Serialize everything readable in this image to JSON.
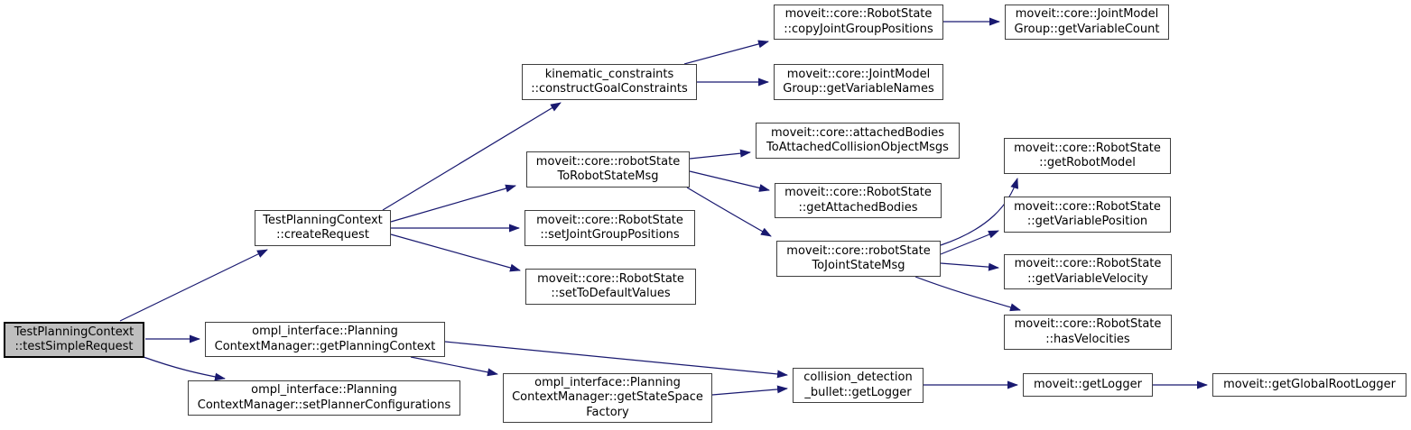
{
  "diagram": {
    "kind": "call-graph",
    "colors": {
      "edge": "#191970",
      "node_border": "#3f3f3f",
      "node_fill": "#ffffff",
      "highlight_fill": "#bfbfbf"
    },
    "nodes": {
      "testSimpleRequest": {
        "label": "TestPlanningContext\n::testSimpleRequest",
        "highlighted": true
      },
      "createRequest": {
        "label": "TestPlanningContext\n::createRequest",
        "highlighted": false
      },
      "constructGoalConstraints": {
        "label": "kinematic_constraints\n::constructGoalConstraints",
        "highlighted": false
      },
      "copyJointGroupPositions": {
        "label": "moveit::core::RobotState\n::copyJointGroupPositions",
        "highlighted": false
      },
      "getVariableCount": {
        "label": "moveit::core::JointModel\nGroup::getVariableCount",
        "highlighted": false
      },
      "getVariableNames": {
        "label": "moveit::core::JointModel\nGroup::getVariableNames",
        "highlighted": false
      },
      "robotStateToRobotStateMsg": {
        "label": "moveit::core::robotState\nToRobotStateMsg",
        "highlighted": false
      },
      "attachedBodiesToAttachedCollisionObjectMsgs": {
        "label": "moveit::core::attachedBodies\nToAttachedCollisionObjectMsgs",
        "highlighted": false
      },
      "getAttachedBodies": {
        "label": "moveit::core::RobotState\n::getAttachedBodies",
        "highlighted": false
      },
      "setJointGroupPositions": {
        "label": "moveit::core::RobotState\n::setJointGroupPositions",
        "highlighted": false
      },
      "setToDefaultValues": {
        "label": "moveit::core::RobotState\n::setToDefaultValues",
        "highlighted": false
      },
      "robotStateToJointStateMsg": {
        "label": "moveit::core::robotState\nToJointStateMsg",
        "highlighted": false
      },
      "getRobotModel": {
        "label": "moveit::core::RobotState\n::getRobotModel",
        "highlighted": false
      },
      "getVariablePosition": {
        "label": "moveit::core::RobotState\n::getVariablePosition",
        "highlighted": false
      },
      "getVariableVelocity": {
        "label": "moveit::core::RobotState\n::getVariableVelocity",
        "highlighted": false
      },
      "hasVelocities": {
        "label": "moveit::core::RobotState\n::hasVelocities",
        "highlighted": false
      },
      "getPlanningContext": {
        "label": "ompl_interface::Planning\nContextManager::getPlanningContext",
        "highlighted": false
      },
      "setPlannerConfigurations": {
        "label": "ompl_interface::Planning\nContextManager::setPlannerConfigurations",
        "highlighted": false
      },
      "getStateSpaceFactory": {
        "label": "ompl_interface::Planning\nContextManager::getStateSpace\nFactory",
        "highlighted": false
      },
      "bulletGetLogger": {
        "label": "collision_detection\n_bullet::getLogger",
        "highlighted": false
      },
      "moveitGetLogger": {
        "label": "moveit::getLogger",
        "highlighted": false
      },
      "getGlobalRootLogger": {
        "label": "moveit::getGlobalRootLogger",
        "highlighted": false
      }
    },
    "edges": [
      {
        "from": "testSimpleRequest",
        "to": "createRequest"
      },
      {
        "from": "testSimpleRequest",
        "to": "getPlanningContext"
      },
      {
        "from": "testSimpleRequest",
        "to": "setPlannerConfigurations"
      },
      {
        "from": "createRequest",
        "to": "constructGoalConstraints"
      },
      {
        "from": "createRequest",
        "to": "robotStateToRobotStateMsg"
      },
      {
        "from": "createRequest",
        "to": "setJointGroupPositions"
      },
      {
        "from": "createRequest",
        "to": "setToDefaultValues"
      },
      {
        "from": "constructGoalConstraints",
        "to": "copyJointGroupPositions"
      },
      {
        "from": "constructGoalConstraints",
        "to": "getVariableNames"
      },
      {
        "from": "copyJointGroupPositions",
        "to": "getVariableCount"
      },
      {
        "from": "robotStateToRobotStateMsg",
        "to": "attachedBodiesToAttachedCollisionObjectMsgs"
      },
      {
        "from": "robotStateToRobotStateMsg",
        "to": "getAttachedBodies"
      },
      {
        "from": "robotStateToRobotStateMsg",
        "to": "robotStateToJointStateMsg"
      },
      {
        "from": "robotStateToJointStateMsg",
        "to": "getRobotModel"
      },
      {
        "from": "robotStateToJointStateMsg",
        "to": "getVariablePosition"
      },
      {
        "from": "robotStateToJointStateMsg",
        "to": "getVariableVelocity"
      },
      {
        "from": "robotStateToJointStateMsg",
        "to": "hasVelocities"
      },
      {
        "from": "getPlanningContext",
        "to": "bulletGetLogger"
      },
      {
        "from": "getPlanningContext",
        "to": "getStateSpaceFactory"
      },
      {
        "from": "getStateSpaceFactory",
        "to": "bulletGetLogger"
      },
      {
        "from": "bulletGetLogger",
        "to": "moveitGetLogger"
      },
      {
        "from": "moveitGetLogger",
        "to": "getGlobalRootLogger"
      }
    ]
  }
}
